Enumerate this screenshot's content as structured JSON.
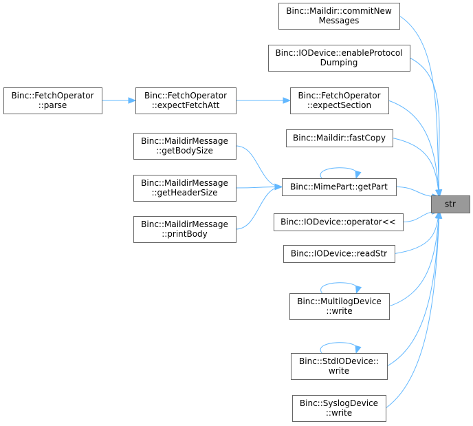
{
  "graph": {
    "edge_color": "#63b8ff",
    "focus_fill": "#999999",
    "node_border": "#666666",
    "nodes": [
      {
        "id": "str",
        "lines": [
          "str"
        ],
        "focus": true
      },
      {
        "id": "commitNew",
        "lines": [
          "Binc::Maildir::commitNew",
          "Messages"
        ]
      },
      {
        "id": "enableProto",
        "lines": [
          "Binc::IODevice::enableProtocol",
          "Dumping"
        ]
      },
      {
        "id": "parse",
        "lines": [
          "Binc::FetchOperator",
          "::parse"
        ]
      },
      {
        "id": "expectFetchAtt",
        "lines": [
          "Binc::FetchOperator",
          "::expectFetchAtt"
        ]
      },
      {
        "id": "expectSection",
        "lines": [
          "Binc::FetchOperator",
          "::expectSection"
        ]
      },
      {
        "id": "fastCopy",
        "lines": [
          "Binc::Maildir::fastCopy"
        ]
      },
      {
        "id": "getBodySize",
        "lines": [
          "Binc::MaildirMessage",
          "::getBodySize"
        ]
      },
      {
        "id": "getHeaderSize",
        "lines": [
          "Binc::MaildirMessage",
          "::getHeaderSize"
        ]
      },
      {
        "id": "printBody",
        "lines": [
          "Binc::MaildirMessage",
          "::printBody"
        ]
      },
      {
        "id": "getPart",
        "lines": [
          "Binc::MimePart::getPart"
        ]
      },
      {
        "id": "operatorLL",
        "lines": [
          "Binc::IODevice::operator<<"
        ]
      },
      {
        "id": "readStr",
        "lines": [
          "Binc::IODevice::readStr"
        ]
      },
      {
        "id": "multilogWrite",
        "lines": [
          "Binc::MultilogDevice",
          "::write"
        ]
      },
      {
        "id": "stdioWrite",
        "lines": [
          "Binc::StdIODevice::",
          "write"
        ]
      },
      {
        "id": "syslogWrite",
        "lines": [
          "Binc::SyslogDevice",
          "::write"
        ]
      }
    ],
    "edges": [
      {
        "from": "commitNew",
        "to": "str"
      },
      {
        "from": "enableProto",
        "to": "str"
      },
      {
        "from": "expectSection",
        "to": "str"
      },
      {
        "from": "fastCopy",
        "to": "str"
      },
      {
        "from": "getPart",
        "to": "str"
      },
      {
        "from": "operatorLL",
        "to": "str"
      },
      {
        "from": "readStr",
        "to": "str"
      },
      {
        "from": "multilogWrite",
        "to": "str"
      },
      {
        "from": "stdioWrite",
        "to": "str"
      },
      {
        "from": "syslogWrite",
        "to": "str"
      },
      {
        "from": "expectFetchAtt",
        "to": "expectSection"
      },
      {
        "from": "parse",
        "to": "expectFetchAtt"
      },
      {
        "from": "getBodySize",
        "to": "getPart"
      },
      {
        "from": "getHeaderSize",
        "to": "getPart"
      },
      {
        "from": "printBody",
        "to": "getPart"
      },
      {
        "from": "getPart",
        "to": "getPart",
        "self": true
      },
      {
        "from": "multilogWrite",
        "to": "multilogWrite",
        "self": true
      },
      {
        "from": "stdioWrite",
        "to": "stdioWrite",
        "self": true
      }
    ]
  }
}
